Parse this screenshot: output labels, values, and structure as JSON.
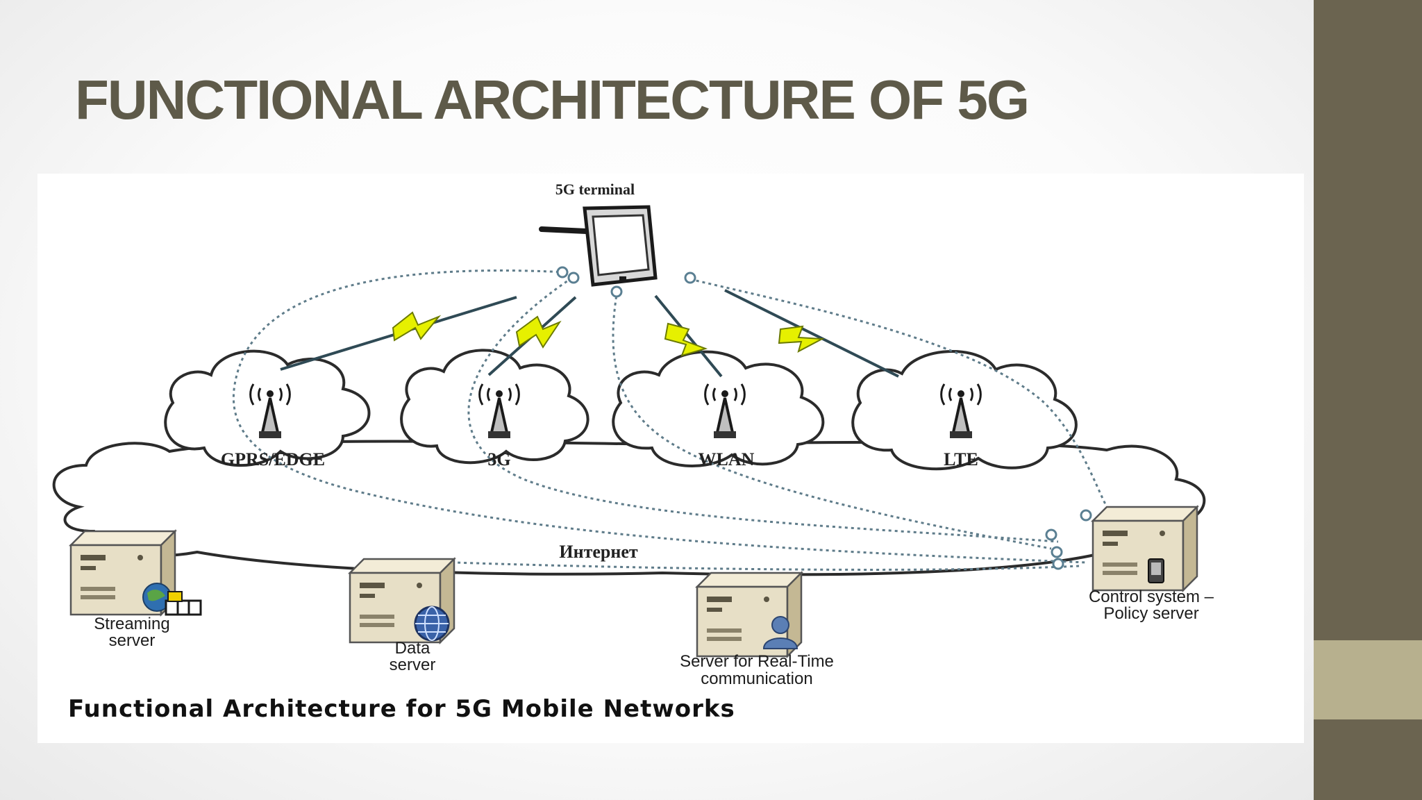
{
  "slide": {
    "title": "FUNCTIONAL ARCHITECTURE OF 5G",
    "colors": {
      "title": "#5e5a49",
      "side_bar": "#6b6450",
      "side_accent": "#b7b08e"
    }
  },
  "diagram": {
    "terminal_label": "5G terminal",
    "networks": [
      {
        "label": "GPRS/EDGE"
      },
      {
        "label": "3G"
      },
      {
        "label": "WLAN"
      },
      {
        "label": "LTE"
      }
    ],
    "internet_label": "Интернет",
    "servers": {
      "streaming": {
        "line1": "Streaming",
        "line2": "server"
      },
      "data": {
        "line1": "Data",
        "line2": "server"
      },
      "realtime": {
        "line1": "Server for Real-Time",
        "line2": "communication"
      },
      "control": {
        "line1": "Control system –",
        "line2": "Policy server"
      }
    },
    "caption": "Functional Architecture for 5G Mobile Networks",
    "icons": [
      "mobile-terminal-icon",
      "antenna-tower-icon",
      "lightning-bolt-icon",
      "server-icon",
      "globe-icon",
      "user-icon",
      "phone-badge-icon"
    ]
  }
}
